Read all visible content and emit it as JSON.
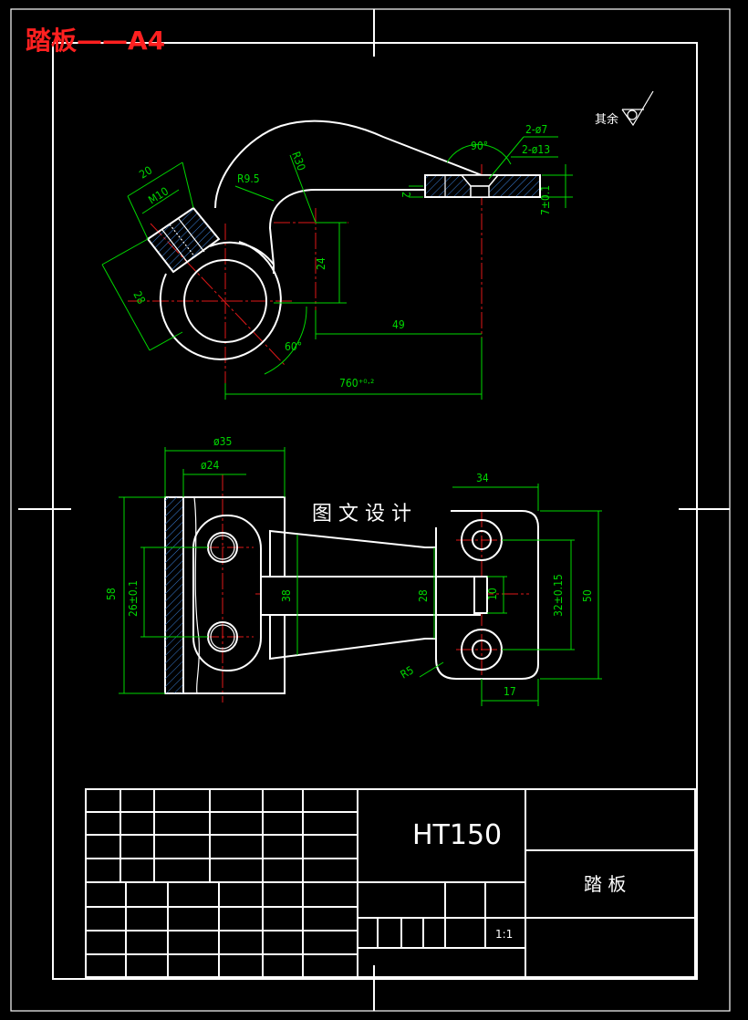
{
  "drawing": {
    "title": "踏板——A4",
    "watermark": "图 文 设 计",
    "surface_finish_label": "其余",
    "material": "HT150",
    "part_name": "踏 板",
    "scale": "1:1"
  },
  "dimensions_top": {
    "d20": "20",
    "m10": "M10",
    "r95": "R9.5",
    "r30": "R30",
    "ang90": "90°",
    "holes7": "2-ø7",
    "holes13": "2-ø13",
    "d2": "2",
    "d7": "7±0.1",
    "d24": "24",
    "d28": "28",
    "d49": "49",
    "ang60": "60°",
    "d60": "760⁺⁰·²"
  },
  "dimensions_bottom": {
    "d35": "ø35",
    "d24": "ø24",
    "d34": "34",
    "d58": "58",
    "d26": "26±0.1",
    "d38": "38",
    "d28": "28",
    "d10": "10",
    "d32": "32±0.15",
    "d50": "50",
    "r5": "R5",
    "d17": "17"
  }
}
